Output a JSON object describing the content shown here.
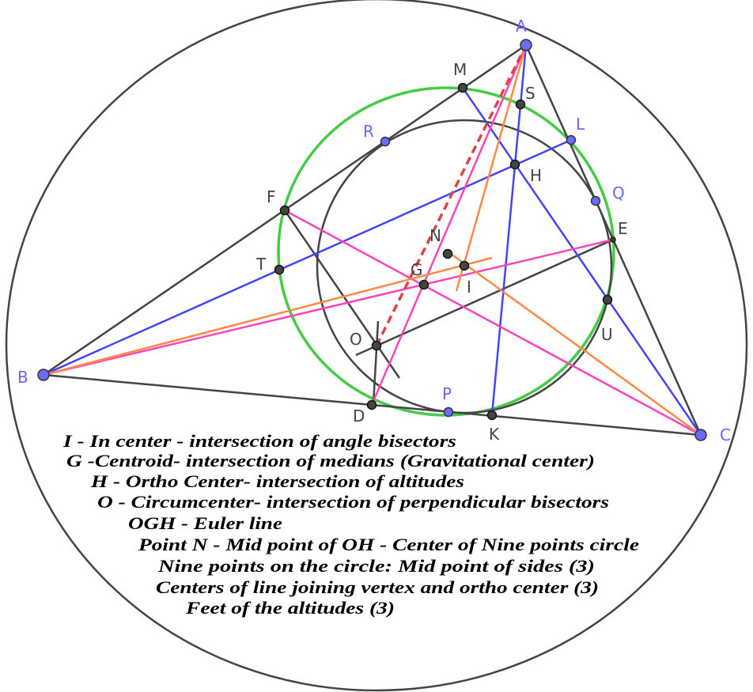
{
  "diagram": {
    "title": "Triangle centers, Euler line and nine-point circle",
    "colors": {
      "circumcircle": "#444444",
      "nine_point_circle": "#44cc44",
      "incircle": "#444444",
      "altitudes": "#4444ff",
      "medians": "#ff44bb",
      "angle_bisectors": "#ff8844",
      "euler_line": "#dd4444",
      "free_point": "#6a6aff"
    },
    "points": {
      "A": "A",
      "B": "B",
      "C": "C",
      "M": "M",
      "S": "S",
      "R": "R",
      "L": "L",
      "H": "H",
      "Q": "Q",
      "E": "E",
      "F": "F",
      "T": "T",
      "N": "N",
      "G": "G",
      "I": "I",
      "U": "U",
      "O": "O",
      "D": "D",
      "P": "P",
      "K": "K"
    },
    "notes": [
      "I - In center - intersection of angle bisectors",
      "G -Centroid- intersection of medians (Gravitational center)",
      "H - Ortho Center- intersection of altitudes",
      "O - Circumcenter- intersection of perpendicular bisectors",
      "OGH - Euler line",
      "Point N - Mid point of OH - Center of Nine points circle",
      "Nine points on the circle: Mid point of sides (3)",
      "Centers of line joining vertex and ortho center (3)",
      "Feet of the altitudes (3)"
    ]
  }
}
